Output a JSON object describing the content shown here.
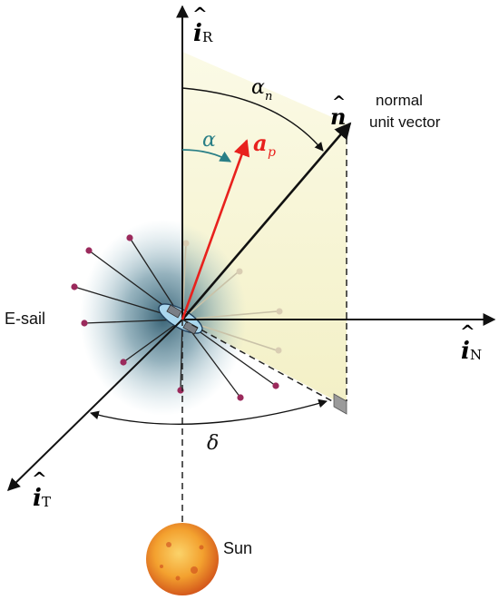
{
  "axes": {
    "radial": {
      "symbol": "i",
      "hat": "^",
      "subscript": "R"
    },
    "normal": {
      "symbol": "i",
      "hat": "^",
      "subscript": "N"
    },
    "transverse": {
      "symbol": "i",
      "hat": "^",
      "subscript": "T"
    }
  },
  "vectors": {
    "unit_normal": {
      "symbol": "n",
      "hat": "^",
      "caption_line1": "normal",
      "caption_line2": "unit vector"
    },
    "acceleration": {
      "symbol": "a",
      "subscript": "p"
    }
  },
  "angles": {
    "cone_normal": {
      "symbol": "α",
      "subscript": "n"
    },
    "cone_accel": {
      "symbol": "α"
    },
    "clock": {
      "symbol": "δ"
    }
  },
  "labels": {
    "esail": "E-sail",
    "sun": "Sun"
  },
  "colors": {
    "axis": "#111111",
    "accel_vector": "#e8211d",
    "angle_alpha": "#2a7f86",
    "plane_fill": "#f7f5d2",
    "sail_glow": "#2e5a6e",
    "tether_tip": "#9b2a5c",
    "sun_core": "#f3a12f",
    "sun_edge": "#d2541a"
  }
}
